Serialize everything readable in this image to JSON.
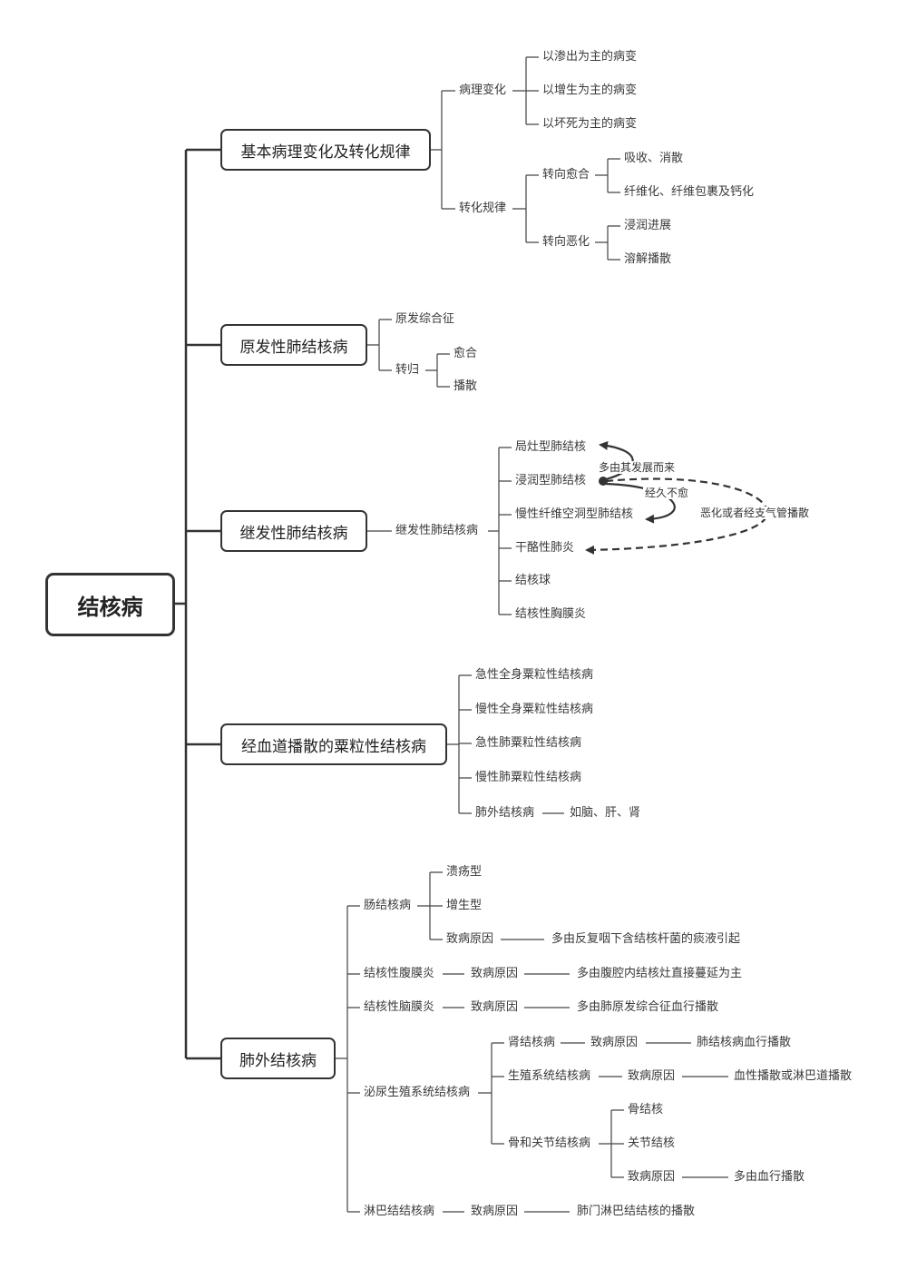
{
  "root": "结核病",
  "b1": {
    "title": "基本病理变化及转化规律",
    "pathology": {
      "label": "病理变化",
      "items": [
        "以渗出为主的病变",
        "以增生为主的病变",
        "以坏死为主的病变"
      ]
    },
    "transform": {
      "label": "转化规律",
      "heal": {
        "label": "转向愈合",
        "items": [
          "吸收、消散",
          "纤维化、纤维包裹及钙化"
        ]
      },
      "worsen": {
        "label": "转向恶化",
        "items": [
          "浸润进展",
          "溶解播散"
        ]
      }
    }
  },
  "b2": {
    "title": "原发性肺结核病",
    "syndrome": "原发综合征",
    "outcome": {
      "label": "转归",
      "items": [
        "愈合",
        "播散"
      ]
    }
  },
  "b3": {
    "title": "继发性肺结核病",
    "mid": "继发性肺结核病",
    "items": [
      "局灶型肺结核",
      "浸润型肺结核",
      "慢性纤维空洞型肺结核",
      "干酪性肺炎",
      "结核球",
      "结核性胸膜炎"
    ],
    "notes": {
      "from": "多由其发展而来",
      "unhealed": "经久不愈",
      "worsen": "恶化或者经支气管播散"
    }
  },
  "b4": {
    "title": "经血道播散的粟粒性结核病",
    "items": [
      "急性全身粟粒性结核病",
      "慢性全身粟粒性结核病",
      "急性肺粟粒性结核病",
      "慢性肺粟粒性结核病",
      "肺外结核病"
    ],
    "extra": "如脑、肝、肾"
  },
  "b5": {
    "title": "肺外结核病",
    "intestinal": {
      "label": "肠结核病",
      "types": [
        "溃疡型",
        "增生型"
      ],
      "cause": "致病原因",
      "cause_text": "多由反复咽下含结核杆菌的痰液引起"
    },
    "peritonitis": {
      "label": "结核性腹膜炎",
      "cause": "致病原因",
      "cause_text": "多由腹腔内结核灶直接蔓延为主"
    },
    "meningitis": {
      "label": "结核性脑膜炎",
      "cause": "致病原因",
      "cause_text": "多由肺原发综合征血行播散"
    },
    "urogenital": {
      "label": "泌尿生殖系统结核病",
      "kidney": {
        "label": "肾结核病",
        "cause": "致病原因",
        "cause_text": "肺结核病血行播散"
      },
      "genital": {
        "label": "生殖系统结核病",
        "cause": "致病原因",
        "cause_text": "血性播散或淋巴道播散"
      },
      "bone": {
        "label": "骨和关节结核病",
        "items": [
          "骨结核",
          "关节结核",
          "致病原因"
        ],
        "cause_text": "多由血行播散"
      }
    },
    "lymph": {
      "label": "淋巴结结核病",
      "cause": "致病原因",
      "cause_text": "肺门淋巴结结核的播散"
    }
  }
}
